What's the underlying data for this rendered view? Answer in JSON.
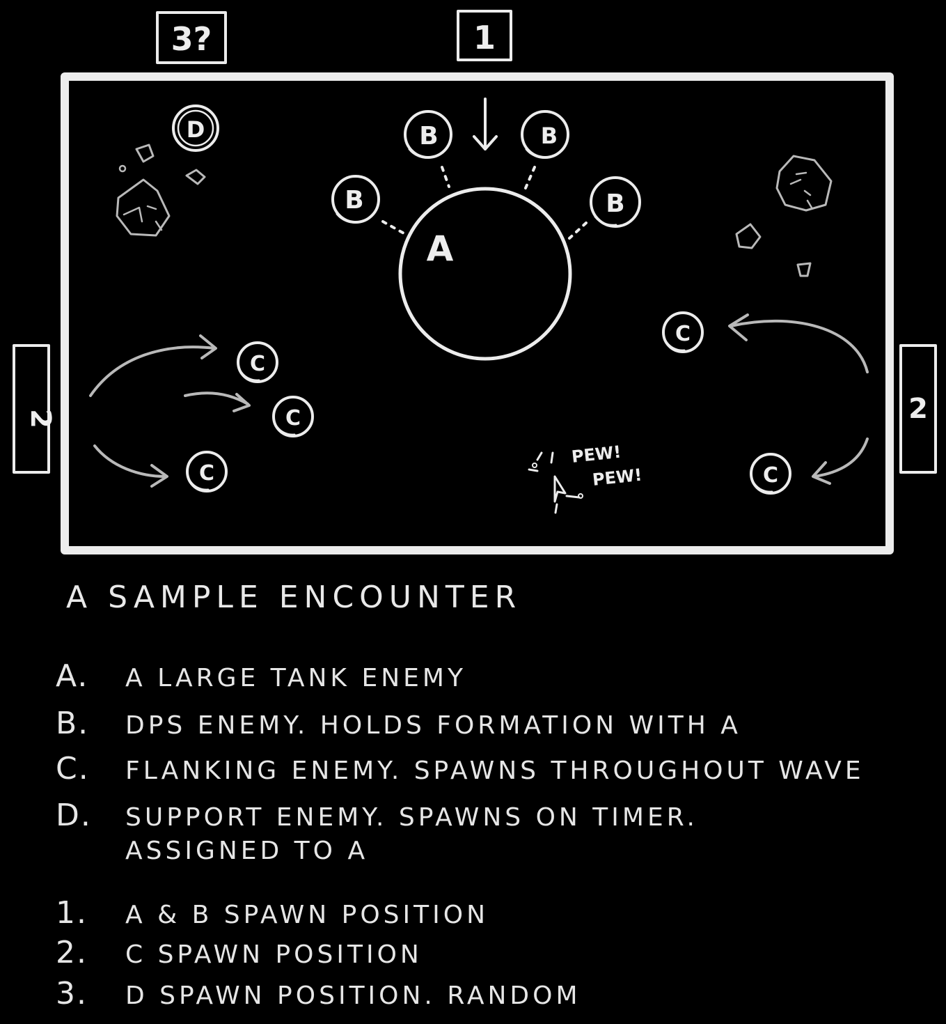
{
  "spawn_markers": {
    "top_left": "3?",
    "top_center": "1",
    "left": "2",
    "right": "2"
  },
  "enemies": {
    "tank": "A",
    "dps": "B",
    "flanker": "C",
    "support": "D"
  },
  "sfx": {
    "pew1": "PEW!",
    "pew2": "PEW!"
  },
  "title": "A SAMPLE ENCOUNTER",
  "legend": [
    {
      "key": "A.",
      "text": "A LARGE TANK ENEMY"
    },
    {
      "key": "B.",
      "text": "DPS ENEMY.  HOLDS FORMATION WITH A"
    },
    {
      "key": "C.",
      "text": "FLANKING ENEMY.  SPAWNS THROUGHOUT WAVE"
    },
    {
      "key": "D.",
      "text": "SUPPORT ENEMY. SPAWNS ON TIMER."
    },
    {
      "key": "",
      "text": "ASSIGNED TO A"
    },
    {
      "key": "1.",
      "text": "A & B  SPAWN  POSITION"
    },
    {
      "key": "2.",
      "text": "C  SPAWN  POSITION"
    },
    {
      "key": "3.",
      "text": "D  SPAWN  POSITION.  RANDOM"
    }
  ]
}
